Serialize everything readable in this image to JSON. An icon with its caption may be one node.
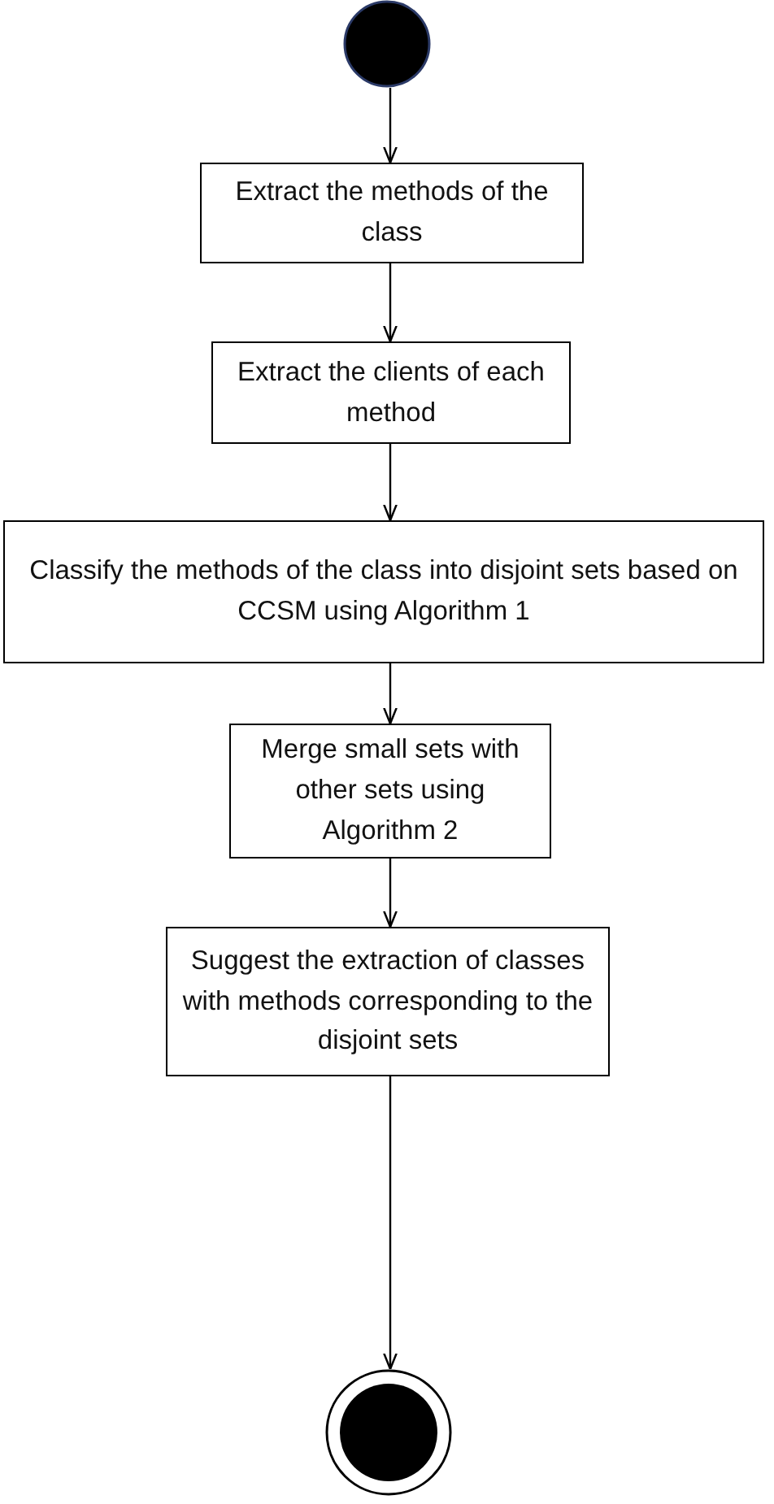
{
  "diagram": {
    "nodes": [
      {
        "text": [],
        "shape": "circle"
      },
      {
        "text": [
          "Extract the methods of the class"
        ]
      },
      {
        "text": [
          "Extract the clients of each method"
        ]
      },
      {
        "text": [
          "Classify the methods of the class into disjoint sets based on CCSM using Algorithm 1"
        ]
      },
      {
        "text": [
          "Merge small sets with other sets using Algorithm 2"
        ]
      },
      {
        "text": [
          "Suggest the extraction of classes with methods corresponding to the disjoint sets"
        ]
      },
      {
        "text": [],
        "shape": "bullseye"
      }
    ],
    "edges": [
      {
        "from": 0,
        "to": 1,
        "arrow": "to"
      },
      {
        "from": 1,
        "to": 2,
        "arrow": "to"
      },
      {
        "from": 2,
        "to": 3,
        "arrow": "to"
      },
      {
        "from": 3,
        "to": 4,
        "arrow": "to"
      },
      {
        "from": 4,
        "to": 5,
        "arrow": "to"
      },
      {
        "from": 5,
        "to": 6,
        "arrow": "to"
      }
    ]
  }
}
